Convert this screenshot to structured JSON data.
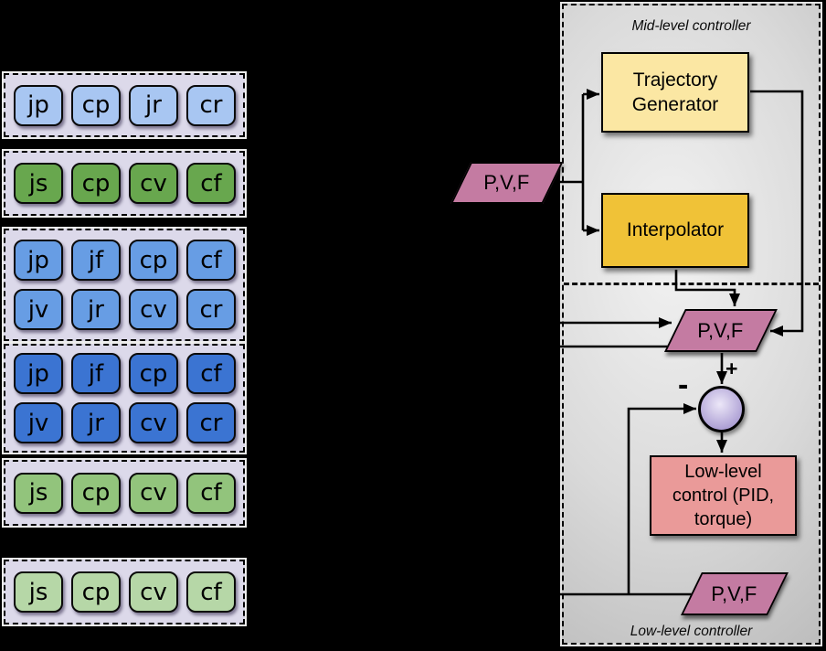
{
  "background_color": "#000000",
  "signal_groups": [
    {
      "name": "light-blue",
      "color": "#a8c6f2",
      "rows": [
        [
          "jp",
          "cp",
          "jr",
          "cr"
        ]
      ]
    },
    {
      "name": "green",
      "color": "#68a74e",
      "rows": [
        [
          "js",
          "cp",
          "cv",
          "cf"
        ]
      ]
    },
    {
      "name": "mid-blue",
      "color": "#679de4",
      "rows": [
        [
          "jp",
          "jf",
          "cp",
          "cf"
        ],
        [
          "jv",
          "jr",
          "cv",
          "cr"
        ]
      ]
    },
    {
      "name": "dark-blue",
      "color": "#3b74d2",
      "rows": [
        [
          "jp",
          "jf",
          "cp",
          "cf"
        ],
        [
          "jv",
          "jr",
          "cv",
          "cr"
        ]
      ]
    },
    {
      "name": "mid-green",
      "color": "#92c47c",
      "rows": [
        [
          "js",
          "cp",
          "cv",
          "cf"
        ]
      ]
    },
    {
      "name": "light-green",
      "color": "#b6d7a7",
      "rows": [
        [
          "js",
          "cp",
          "cv",
          "cf"
        ]
      ]
    }
  ],
  "panel": {
    "mid_title": "Mid-level controller",
    "low_title": "Low-level controller",
    "trajectory_generator": "Trajectory Generator",
    "interpolator": "Interpolator",
    "low_level_control": "Low-level control (PID, torque)",
    "pvf_input": "P,V,F",
    "pvf_setpoint": "P,V,F",
    "pvf_feedback": "P,V,F",
    "plus_sign": "+",
    "minus_sign": "-",
    "colors": {
      "trajectory_generator": "#fbe7a3",
      "interpolator": "#f0c237",
      "low_level_control": "#ea9a99",
      "pvf_shape": "#c47ba2",
      "sum_junction_outer": "#b0a3d6",
      "sum_junction_inner": "#ece7f8",
      "group_container_fill": "#dcd9ea"
    }
  }
}
